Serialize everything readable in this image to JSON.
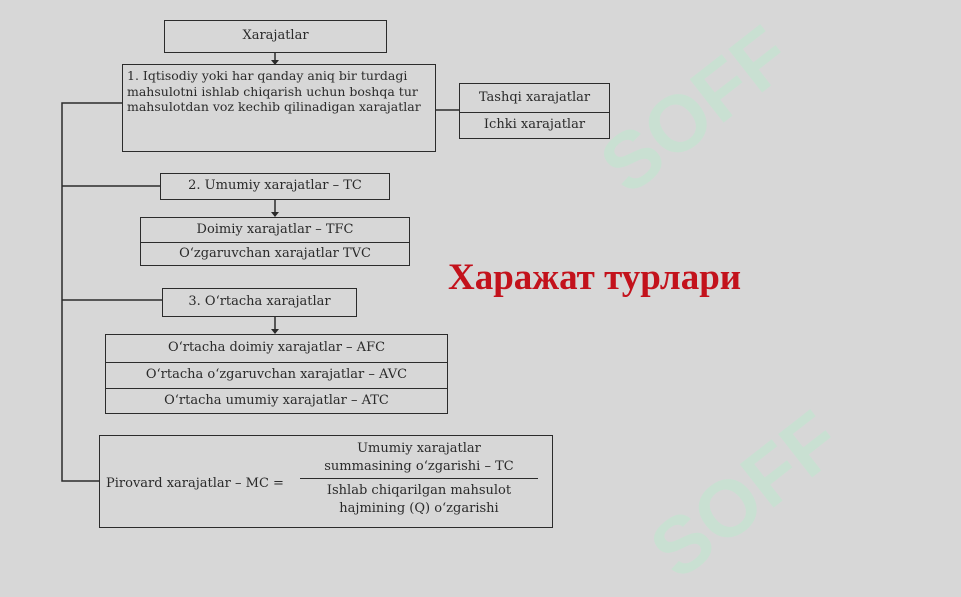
{
  "watermark": "SOFF",
  "title": "Харажат турлари",
  "diagram": {
    "root": "Xarajatlar",
    "opportunity": {
      "lines": [
        "1. Iqtisodiy yoki har qanday aniq bir turdagi",
        "mahsulotni ishlab chiqarish uchun boshqa tur",
        "mahsulotdan voz kechib qilinadigan xarajatlar"
      ],
      "sub": [
        "Tashqi xarajatlar",
        "Ichki xarajatlar"
      ]
    },
    "total": {
      "label": "2. Umumiy xarajatlar – TC",
      "sub": [
        "Doimiy xarajatlar – TFC",
        "O‘zgaruvchan xarajatlar TVC"
      ]
    },
    "average": {
      "label": "3. O‘rtacha xarajatlar",
      "sub": [
        "O‘rtacha doimiy xarajatlar – AFC",
        "O‘rtacha o‘zgaruvchan xarajatlar – AVC",
        "O‘rtacha umumiy xarajatlar – ATC"
      ]
    },
    "marginal": {
      "lhs": "Pirovard xarajatlar – MC =",
      "numerator": [
        "Umumiy xarajatlar",
        "summasining o‘zgarishi – TC"
      ],
      "denominator": [
        "Ishlab chiqarilgan mahsulot",
        "hajmining (Q) o‘zgarishi"
      ]
    }
  }
}
